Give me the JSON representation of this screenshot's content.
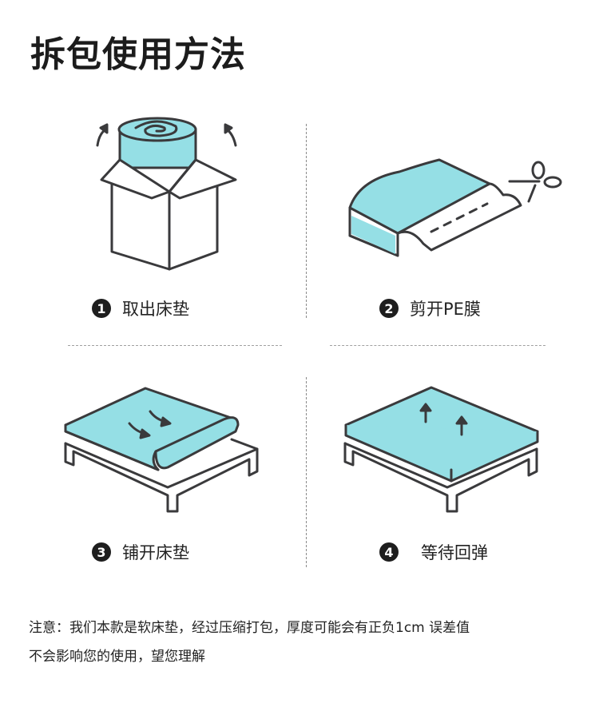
{
  "title": "拆包使用方法",
  "colors": {
    "accent": "#95DFE5",
    "stroke": "#3a3a3c",
    "text": "#222222"
  },
  "steps": [
    {
      "number": "1",
      "label": "取出床垫",
      "icon": "box-rolled-mattress-icon"
    },
    {
      "number": "2",
      "label": "剪开PE膜",
      "icon": "scissors-cut-film-icon"
    },
    {
      "number": "3",
      "label": "铺开床垫",
      "icon": "unroll-mattress-icon"
    },
    {
      "number": "4",
      "label": "等待回弹",
      "icon": "mattress-expand-icon"
    }
  ],
  "note": {
    "line1": "注意：我们本款是软床垫，经过压缩打包，厚度可能会有正负1cm 误差值",
    "line2": "不会影响您的使用，望您理解"
  }
}
